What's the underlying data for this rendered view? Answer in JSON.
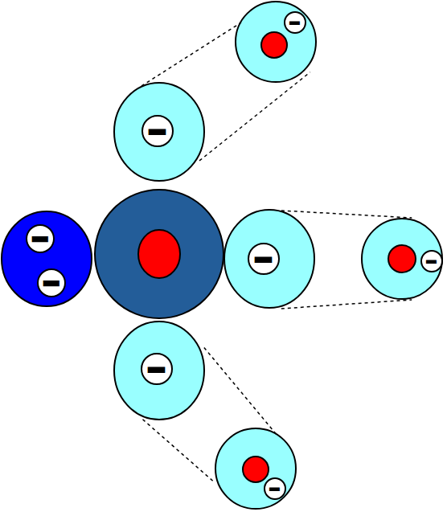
{
  "diagram": {
    "nodes": [
      {
        "text": []
      },
      {
        "text": [
          "−"
        ],
        "in": 0
      },
      {
        "text": []
      },
      {
        "text": [
          "−"
        ],
        "in": 2
      },
      {
        "text": []
      },
      {
        "text": [
          "−"
        ],
        "in": 4
      },
      {
        "text": [
          "−"
        ],
        "in": 4
      },
      {
        "text": []
      },
      {
        "text": [
          "−"
        ],
        "in": 7
      },
      {
        "text": []
      },
      {
        "text": [
          "−"
        ],
        "in": 9
      },
      {
        "text": []
      },
      {
        "text": [
          "−"
        ],
        "in": 11
      },
      {
        "text": []
      },
      {
        "text": [
          "−"
        ],
        "in": 13
      }
    ],
    "edges": [
      {
        "from": 2,
        "to": 0,
        "arrow": "none"
      },
      {
        "from": 2,
        "to": 0,
        "arrow": "none"
      },
      {
        "from": 7,
        "to": 9,
        "arrow": "none"
      },
      {
        "from": 7,
        "to": 9,
        "arrow": "none"
      },
      {
        "from": 11,
        "to": 13,
        "arrow": "none"
      },
      {
        "from": 11,
        "to": 13,
        "arrow": "none"
      }
    ]
  }
}
